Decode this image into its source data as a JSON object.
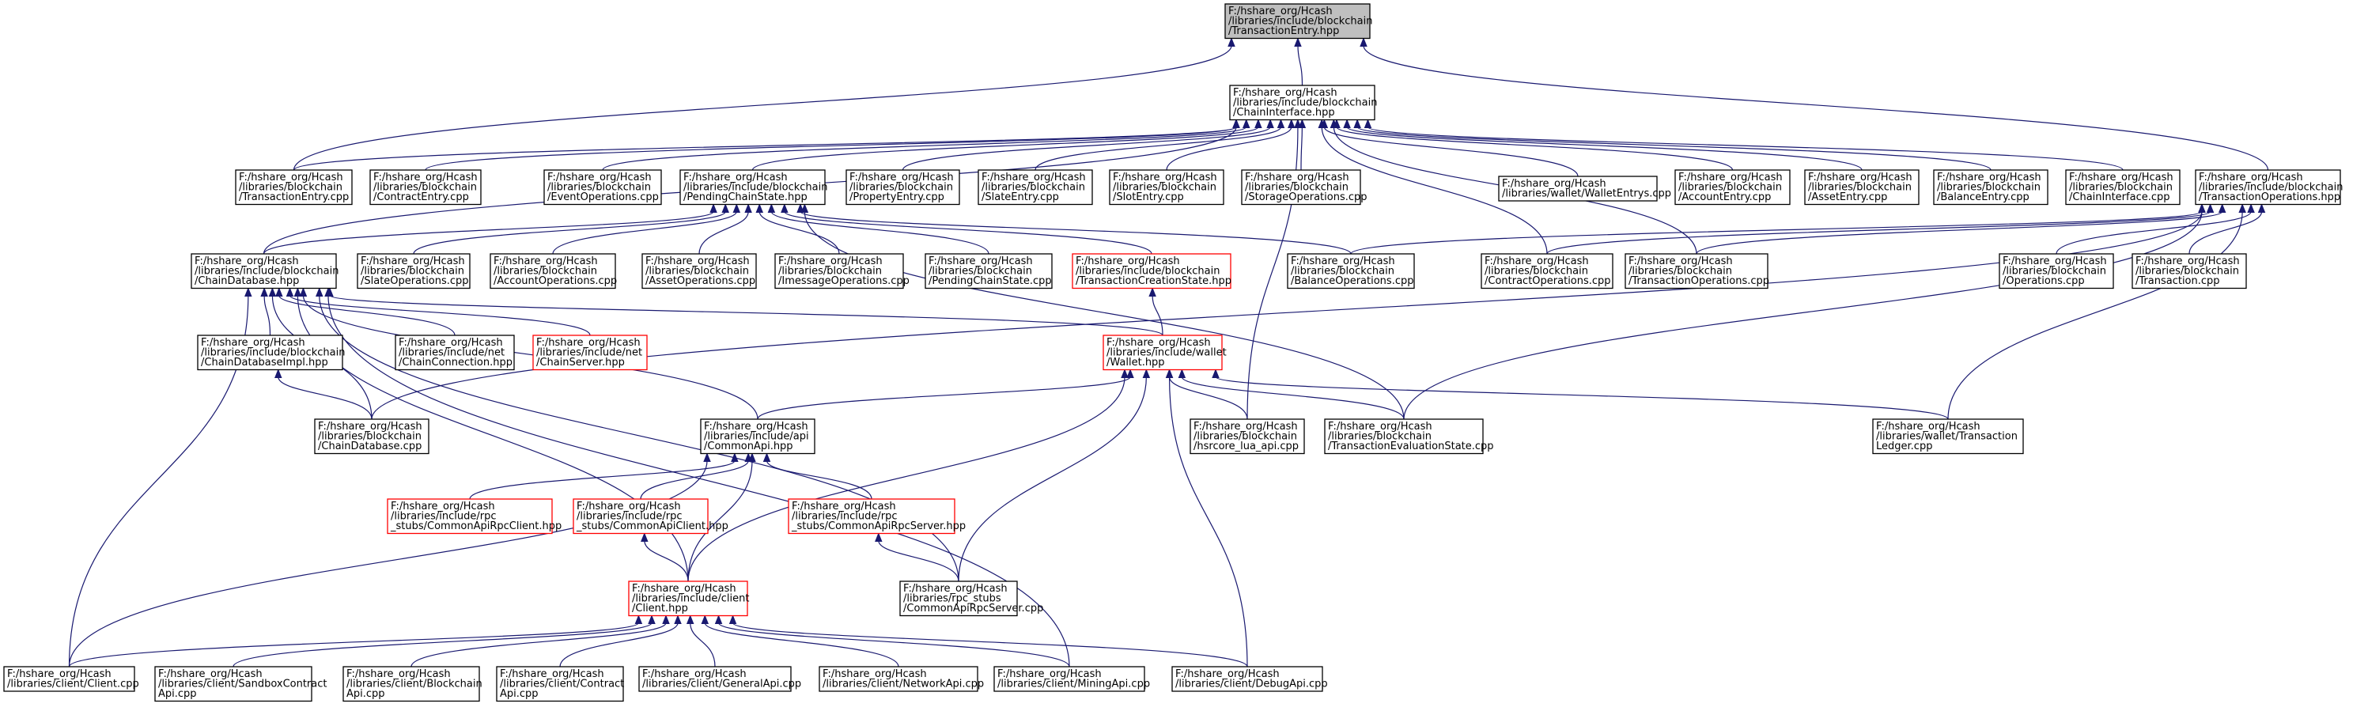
{
  "diagram": {
    "type": "include-dependency-graph",
    "colors": {
      "edge": "#191970",
      "focus_fill": "#bfbfbf",
      "node_fill": "#ffffff",
      "node_border": "#000000",
      "truncated_border": "#ff0000"
    },
    "nodes": [
      {
        "id": "txentry_hpp",
        "lines": [
          "F:/hshare_org/Hcash",
          "/libraries/include/blockchain",
          "/TransactionEntry.hpp"
        ],
        "style": "focus"
      },
      {
        "id": "chaininterface_hpp",
        "lines": [
          "F:/hshare_org/Hcash",
          "/libraries/include/blockchain",
          "/ChainInterface.hpp"
        ],
        "style": "normal"
      },
      {
        "id": "txentry_cpp",
        "lines": [
          "F:/hshare_org/Hcash",
          "/libraries/blockchain",
          "/TransactionEntry.cpp"
        ],
        "style": "normal"
      },
      {
        "id": "contractentry_cpp",
        "lines": [
          "F:/hshare_org/Hcash",
          "/libraries/blockchain",
          "/ContractEntry.cpp"
        ],
        "style": "normal"
      },
      {
        "id": "eventops_cpp",
        "lines": [
          "F:/hshare_org/Hcash",
          "/libraries/blockchain",
          "/EventOperations.cpp"
        ],
        "style": "normal"
      },
      {
        "id": "pendingchainstate_hpp",
        "lines": [
          "F:/hshare_org/Hcash",
          "/libraries/include/blockchain",
          "/PendingChainState.hpp"
        ],
        "style": "normal"
      },
      {
        "id": "propertyentry_cpp",
        "lines": [
          "F:/hshare_org/Hcash",
          "/libraries/blockchain",
          "/PropertyEntry.cpp"
        ],
        "style": "normal"
      },
      {
        "id": "slateentry_cpp",
        "lines": [
          "F:/hshare_org/Hcash",
          "/libraries/blockchain",
          "/SlateEntry.cpp"
        ],
        "style": "normal"
      },
      {
        "id": "slotentry_cpp",
        "lines": [
          "F:/hshare_org/Hcash",
          "/libraries/blockchain",
          "/SlotEntry.cpp"
        ],
        "style": "normal"
      },
      {
        "id": "storageops_cpp",
        "lines": [
          "F:/hshare_org/Hcash",
          "/libraries/blockchain",
          "/StorageOperations.cpp"
        ],
        "style": "normal"
      },
      {
        "id": "walletentrys_cpp",
        "lines": [
          "F:/hshare_org/Hcash",
          "/libraries/wallet/WalletEntrys.cpp"
        ],
        "style": "normal"
      },
      {
        "id": "accountentry_cpp",
        "lines": [
          "F:/hshare_org/Hcash",
          "/libraries/blockchain",
          "/AccountEntry.cpp"
        ],
        "style": "normal"
      },
      {
        "id": "assetentry_cpp",
        "lines": [
          "F:/hshare_org/Hcash",
          "/libraries/blockchain",
          "/AssetEntry.cpp"
        ],
        "style": "normal"
      },
      {
        "id": "balanceentry_cpp",
        "lines": [
          "F:/hshare_org/Hcash",
          "/libraries/blockchain",
          "/BalanceEntry.cpp"
        ],
        "style": "normal"
      },
      {
        "id": "chaininterface_cpp",
        "lines": [
          "F:/hshare_org/Hcash",
          "/libraries/blockchain",
          "/ChainInterface.cpp"
        ],
        "style": "normal"
      },
      {
        "id": "txops_hpp",
        "lines": [
          "F:/hshare_org/Hcash",
          "/libraries/include/blockchain",
          "/TransactionOperations.hpp"
        ],
        "style": "normal"
      },
      {
        "id": "chaindatabase_hpp",
        "lines": [
          "F:/hshare_org/Hcash",
          "/libraries/include/blockchain",
          "/ChainDatabase.hpp"
        ],
        "style": "normal"
      },
      {
        "id": "slateops_cpp",
        "lines": [
          "F:/hshare_org/Hcash",
          "/libraries/blockchain",
          "/SlateOperations.cpp"
        ],
        "style": "normal"
      },
      {
        "id": "accountops_cpp",
        "lines": [
          "F:/hshare_org/Hcash",
          "/libraries/blockchain",
          "/AccountOperations.cpp"
        ],
        "style": "normal"
      },
      {
        "id": "assetops_cpp",
        "lines": [
          "F:/hshare_org/Hcash",
          "/libraries/blockchain",
          "/AssetOperations.cpp"
        ],
        "style": "normal"
      },
      {
        "id": "imessageops_cpp",
        "lines": [
          "F:/hshare_org/Hcash",
          "/libraries/blockchain",
          "/ImessageOperations.cpp"
        ],
        "style": "normal"
      },
      {
        "id": "pendingchainstate_cpp",
        "lines": [
          "F:/hshare_org/Hcash",
          "/libraries/blockchain",
          "/PendingChainState.cpp"
        ],
        "style": "normal"
      },
      {
        "id": "txcreationstate_hpp",
        "lines": [
          "F:/hshare_org/Hcash",
          "/libraries/include/blockchain",
          "/TransactionCreationState.hpp"
        ],
        "style": "truncated"
      },
      {
        "id": "balanceops_cpp",
        "lines": [
          "F:/hshare_org/Hcash",
          "/libraries/blockchain",
          "/BalanceOperations.cpp"
        ],
        "style": "normal"
      },
      {
        "id": "contractops_cpp",
        "lines": [
          "F:/hshare_org/Hcash",
          "/libraries/blockchain",
          "/ContractOperations.cpp"
        ],
        "style": "normal"
      },
      {
        "id": "txops_cpp",
        "lines": [
          "F:/hshare_org/Hcash",
          "/libraries/blockchain",
          "/TransactionOperations.cpp"
        ],
        "style": "normal"
      },
      {
        "id": "operations_cpp",
        "lines": [
          "F:/hshare_org/Hcash",
          "/libraries/blockchain",
          "/Operations.cpp"
        ],
        "style": "normal"
      },
      {
        "id": "transaction_cpp",
        "lines": [
          "F:/hshare_org/Hcash",
          "/libraries/blockchain",
          "/Transaction.cpp"
        ],
        "style": "normal"
      },
      {
        "id": "chaindbimpl_hpp",
        "lines": [
          "F:/hshare_org/Hcash",
          "/libraries/include/blockchain",
          "/ChainDatabaseImpl.hpp"
        ],
        "style": "normal"
      },
      {
        "id": "chainconnection_hpp",
        "lines": [
          "F:/hshare_org/Hcash",
          "/libraries/include/net",
          "/ChainConnection.hpp"
        ],
        "style": "normal"
      },
      {
        "id": "chainserver_hpp",
        "lines": [
          "F:/hshare_org/Hcash",
          "/libraries/include/net",
          "/ChainServer.hpp"
        ],
        "style": "truncated"
      },
      {
        "id": "wallet_hpp",
        "lines": [
          "F:/hshare_org/Hcash",
          "/libraries/include/wallet",
          "/Wallet.hpp"
        ],
        "style": "truncated"
      },
      {
        "id": "chaindatabase_cpp",
        "lines": [
          "F:/hshare_org/Hcash",
          "/libraries/blockchain",
          "/ChainDatabase.cpp"
        ],
        "style": "normal"
      },
      {
        "id": "commonapi_hpp",
        "lines": [
          "F:/hshare_org/Hcash",
          "/libraries/include/api",
          "/CommonApi.hpp"
        ],
        "style": "normal"
      },
      {
        "id": "hsrcore_lua_api_cpp",
        "lines": [
          "F:/hshare_org/Hcash",
          "/libraries/blockchain",
          "/hsrcore_lua_api.cpp"
        ],
        "style": "normal"
      },
      {
        "id": "txevalstate_cpp",
        "lines": [
          "F:/hshare_org/Hcash",
          "/libraries/blockchain",
          "/TransactionEvaluationState.cpp"
        ],
        "style": "normal"
      },
      {
        "id": "txledger_cpp",
        "lines": [
          "F:/hshare_org/Hcash",
          "/libraries/wallet/Transaction",
          "Ledger.cpp"
        ],
        "style": "normal"
      },
      {
        "id": "commonapirpcclient_hpp",
        "lines": [
          "F:/hshare_org/Hcash",
          "/libraries/include/rpc",
          "_stubs/CommonApiRpcClient.hpp"
        ],
        "style": "truncated"
      },
      {
        "id": "commonapiclient_hpp",
        "lines": [
          "F:/hshare_org/Hcash",
          "/libraries/include/rpc",
          "_stubs/CommonApiClient.hpp"
        ],
        "style": "truncated"
      },
      {
        "id": "commonapirpcserver_hpp",
        "lines": [
          "F:/hshare_org/Hcash",
          "/libraries/include/rpc",
          "_stubs/CommonApiRpcServer.hpp"
        ],
        "style": "truncated"
      },
      {
        "id": "client_hpp",
        "lines": [
          "F:/hshare_org/Hcash",
          "/libraries/include/client",
          "/Client.hpp"
        ],
        "style": "truncated"
      },
      {
        "id": "commonapirpcserver_cpp",
        "lines": [
          "F:/hshare_org/Hcash",
          "/libraries/rpc_stubs",
          "/CommonApiRpcServer.cpp"
        ],
        "style": "normal"
      },
      {
        "id": "client_cpp",
        "lines": [
          "F:/hshare_org/Hcash",
          "/libraries/client/Client.cpp"
        ],
        "style": "normal"
      },
      {
        "id": "sandboxcontractapi_cpp",
        "lines": [
          "F:/hshare_org/Hcash",
          "/libraries/client/SandboxContract",
          "Api.cpp"
        ],
        "style": "normal"
      },
      {
        "id": "blockchainapi_cpp",
        "lines": [
          "F:/hshare_org/Hcash",
          "/libraries/client/Blockchain",
          "Api.cpp"
        ],
        "style": "normal"
      },
      {
        "id": "contractapi_cpp",
        "lines": [
          "F:/hshare_org/Hcash",
          "/libraries/client/Contract",
          "Api.cpp"
        ],
        "style": "normal"
      },
      {
        "id": "generalapi_cpp",
        "lines": [
          "F:/hshare_org/Hcash",
          "/libraries/client/GeneralApi.cpp"
        ],
        "style": "normal"
      },
      {
        "id": "networkapi_cpp",
        "lines": [
          "F:/hshare_org/Hcash",
          "/libraries/client/NetworkApi.cpp"
        ],
        "style": "normal"
      },
      {
        "id": "miningapi_cpp",
        "lines": [
          "F:/hshare_org/Hcash",
          "/libraries/client/MiningApi.cpp"
        ],
        "style": "normal"
      },
      {
        "id": "debugapi_cpp",
        "lines": [
          "F:/hshare_org/Hcash",
          "/libraries/client/DebugApi.cpp"
        ],
        "style": "normal"
      }
    ],
    "edges": [
      [
        "chaininterface_hpp",
        "txentry_hpp"
      ],
      [
        "txentry_cpp",
        "txentry_hpp"
      ],
      [
        "txops_hpp",
        "txentry_hpp"
      ],
      [
        "txentry_cpp",
        "chaininterface_hpp"
      ],
      [
        "contractentry_cpp",
        "chaininterface_hpp"
      ],
      [
        "eventops_cpp",
        "chaininterface_hpp"
      ],
      [
        "pendingchainstate_hpp",
        "chaininterface_hpp"
      ],
      [
        "propertyentry_cpp",
        "chaininterface_hpp"
      ],
      [
        "slateentry_cpp",
        "chaininterface_hpp"
      ],
      [
        "slotentry_cpp",
        "chaininterface_hpp"
      ],
      [
        "storageops_cpp",
        "chaininterface_hpp"
      ],
      [
        "walletentrys_cpp",
        "chaininterface_hpp"
      ],
      [
        "accountentry_cpp",
        "chaininterface_hpp"
      ],
      [
        "assetentry_cpp",
        "chaininterface_hpp"
      ],
      [
        "balanceentry_cpp",
        "chaininterface_hpp"
      ],
      [
        "chaininterface_cpp",
        "chaininterface_hpp"
      ],
      [
        "chaindatabase_hpp",
        "chaininterface_hpp"
      ],
      [
        "contractops_cpp",
        "chaininterface_hpp"
      ],
      [
        "txops_cpp",
        "chaininterface_hpp"
      ],
      [
        "hsrcore_lua_api_cpp",
        "chaininterface_hpp"
      ],
      [
        "chaindatabase_hpp",
        "pendingchainstate_hpp"
      ],
      [
        "slateops_cpp",
        "pendingchainstate_hpp"
      ],
      [
        "accountops_cpp",
        "pendingchainstate_hpp"
      ],
      [
        "assetops_cpp",
        "pendingchainstate_hpp"
      ],
      [
        "imessageops_cpp",
        "pendingchainstate_hpp"
      ],
      [
        "pendingchainstate_cpp",
        "pendingchainstate_hpp"
      ],
      [
        "txcreationstate_hpp",
        "pendingchainstate_hpp"
      ],
      [
        "balanceops_cpp",
        "pendingchainstate_hpp"
      ],
      [
        "txevalstate_cpp",
        "pendingchainstate_hpp"
      ],
      [
        "balanceops_cpp",
        "txops_hpp"
      ],
      [
        "contractops_cpp",
        "txops_hpp"
      ],
      [
        "txops_cpp",
        "txops_hpp"
      ],
      [
        "operations_cpp",
        "txops_hpp"
      ],
      [
        "transaction_cpp",
        "txops_hpp"
      ],
      [
        "chaindatabase_cpp",
        "txops_hpp"
      ],
      [
        "txevalstate_cpp",
        "txops_hpp"
      ],
      [
        "txledger_cpp",
        "txops_hpp"
      ],
      [
        "chaindbimpl_hpp",
        "chaindatabase_hpp"
      ],
      [
        "chainconnection_hpp",
        "chaindatabase_hpp"
      ],
      [
        "chainserver_hpp",
        "chaindatabase_hpp"
      ],
      [
        "wallet_hpp",
        "chaindatabase_hpp"
      ],
      [
        "chaindatabase_cpp",
        "chaindatabase_hpp"
      ],
      [
        "commonapi_hpp",
        "chaindatabase_hpp"
      ],
      [
        "client_hpp",
        "chaindatabase_hpp"
      ],
      [
        "client_cpp",
        "chaindatabase_hpp"
      ],
      [
        "commonapirpcserver_cpp",
        "chaindatabase_hpp"
      ],
      [
        "miningapi_cpp",
        "chaindatabase_hpp"
      ],
      [
        "chaindatabase_cpp",
        "chaindbimpl_hpp"
      ],
      [
        "wallet_hpp",
        "txcreationstate_hpp"
      ],
      [
        "commonapi_hpp",
        "wallet_hpp"
      ],
      [
        "hsrcore_lua_api_cpp",
        "wallet_hpp"
      ],
      [
        "txevalstate_cpp",
        "wallet_hpp"
      ],
      [
        "txledger_cpp",
        "wallet_hpp"
      ],
      [
        "client_hpp",
        "wallet_hpp"
      ],
      [
        "commonapirpcserver_cpp",
        "wallet_hpp"
      ],
      [
        "debugapi_cpp",
        "wallet_hpp"
      ],
      [
        "commonapirpcclient_hpp",
        "commonapi_hpp"
      ],
      [
        "commonapiclient_hpp",
        "commonapi_hpp"
      ],
      [
        "commonapirpcserver_hpp",
        "commonapi_hpp"
      ],
      [
        "client_hpp",
        "commonapi_hpp"
      ],
      [
        "client_cpp",
        "commonapi_hpp"
      ],
      [
        "client_hpp",
        "commonapiclient_hpp"
      ],
      [
        "commonapirpcserver_cpp",
        "commonapirpcserver_hpp"
      ],
      [
        "client_cpp",
        "client_hpp"
      ],
      [
        "sandboxcontractapi_cpp",
        "client_hpp"
      ],
      [
        "blockchainapi_cpp",
        "client_hpp"
      ],
      [
        "contractapi_cpp",
        "client_hpp"
      ],
      [
        "generalapi_cpp",
        "client_hpp"
      ],
      [
        "networkapi_cpp",
        "client_hpp"
      ],
      [
        "miningapi_cpp",
        "client_hpp"
      ],
      [
        "debugapi_cpp",
        "client_hpp"
      ]
    ]
  }
}
